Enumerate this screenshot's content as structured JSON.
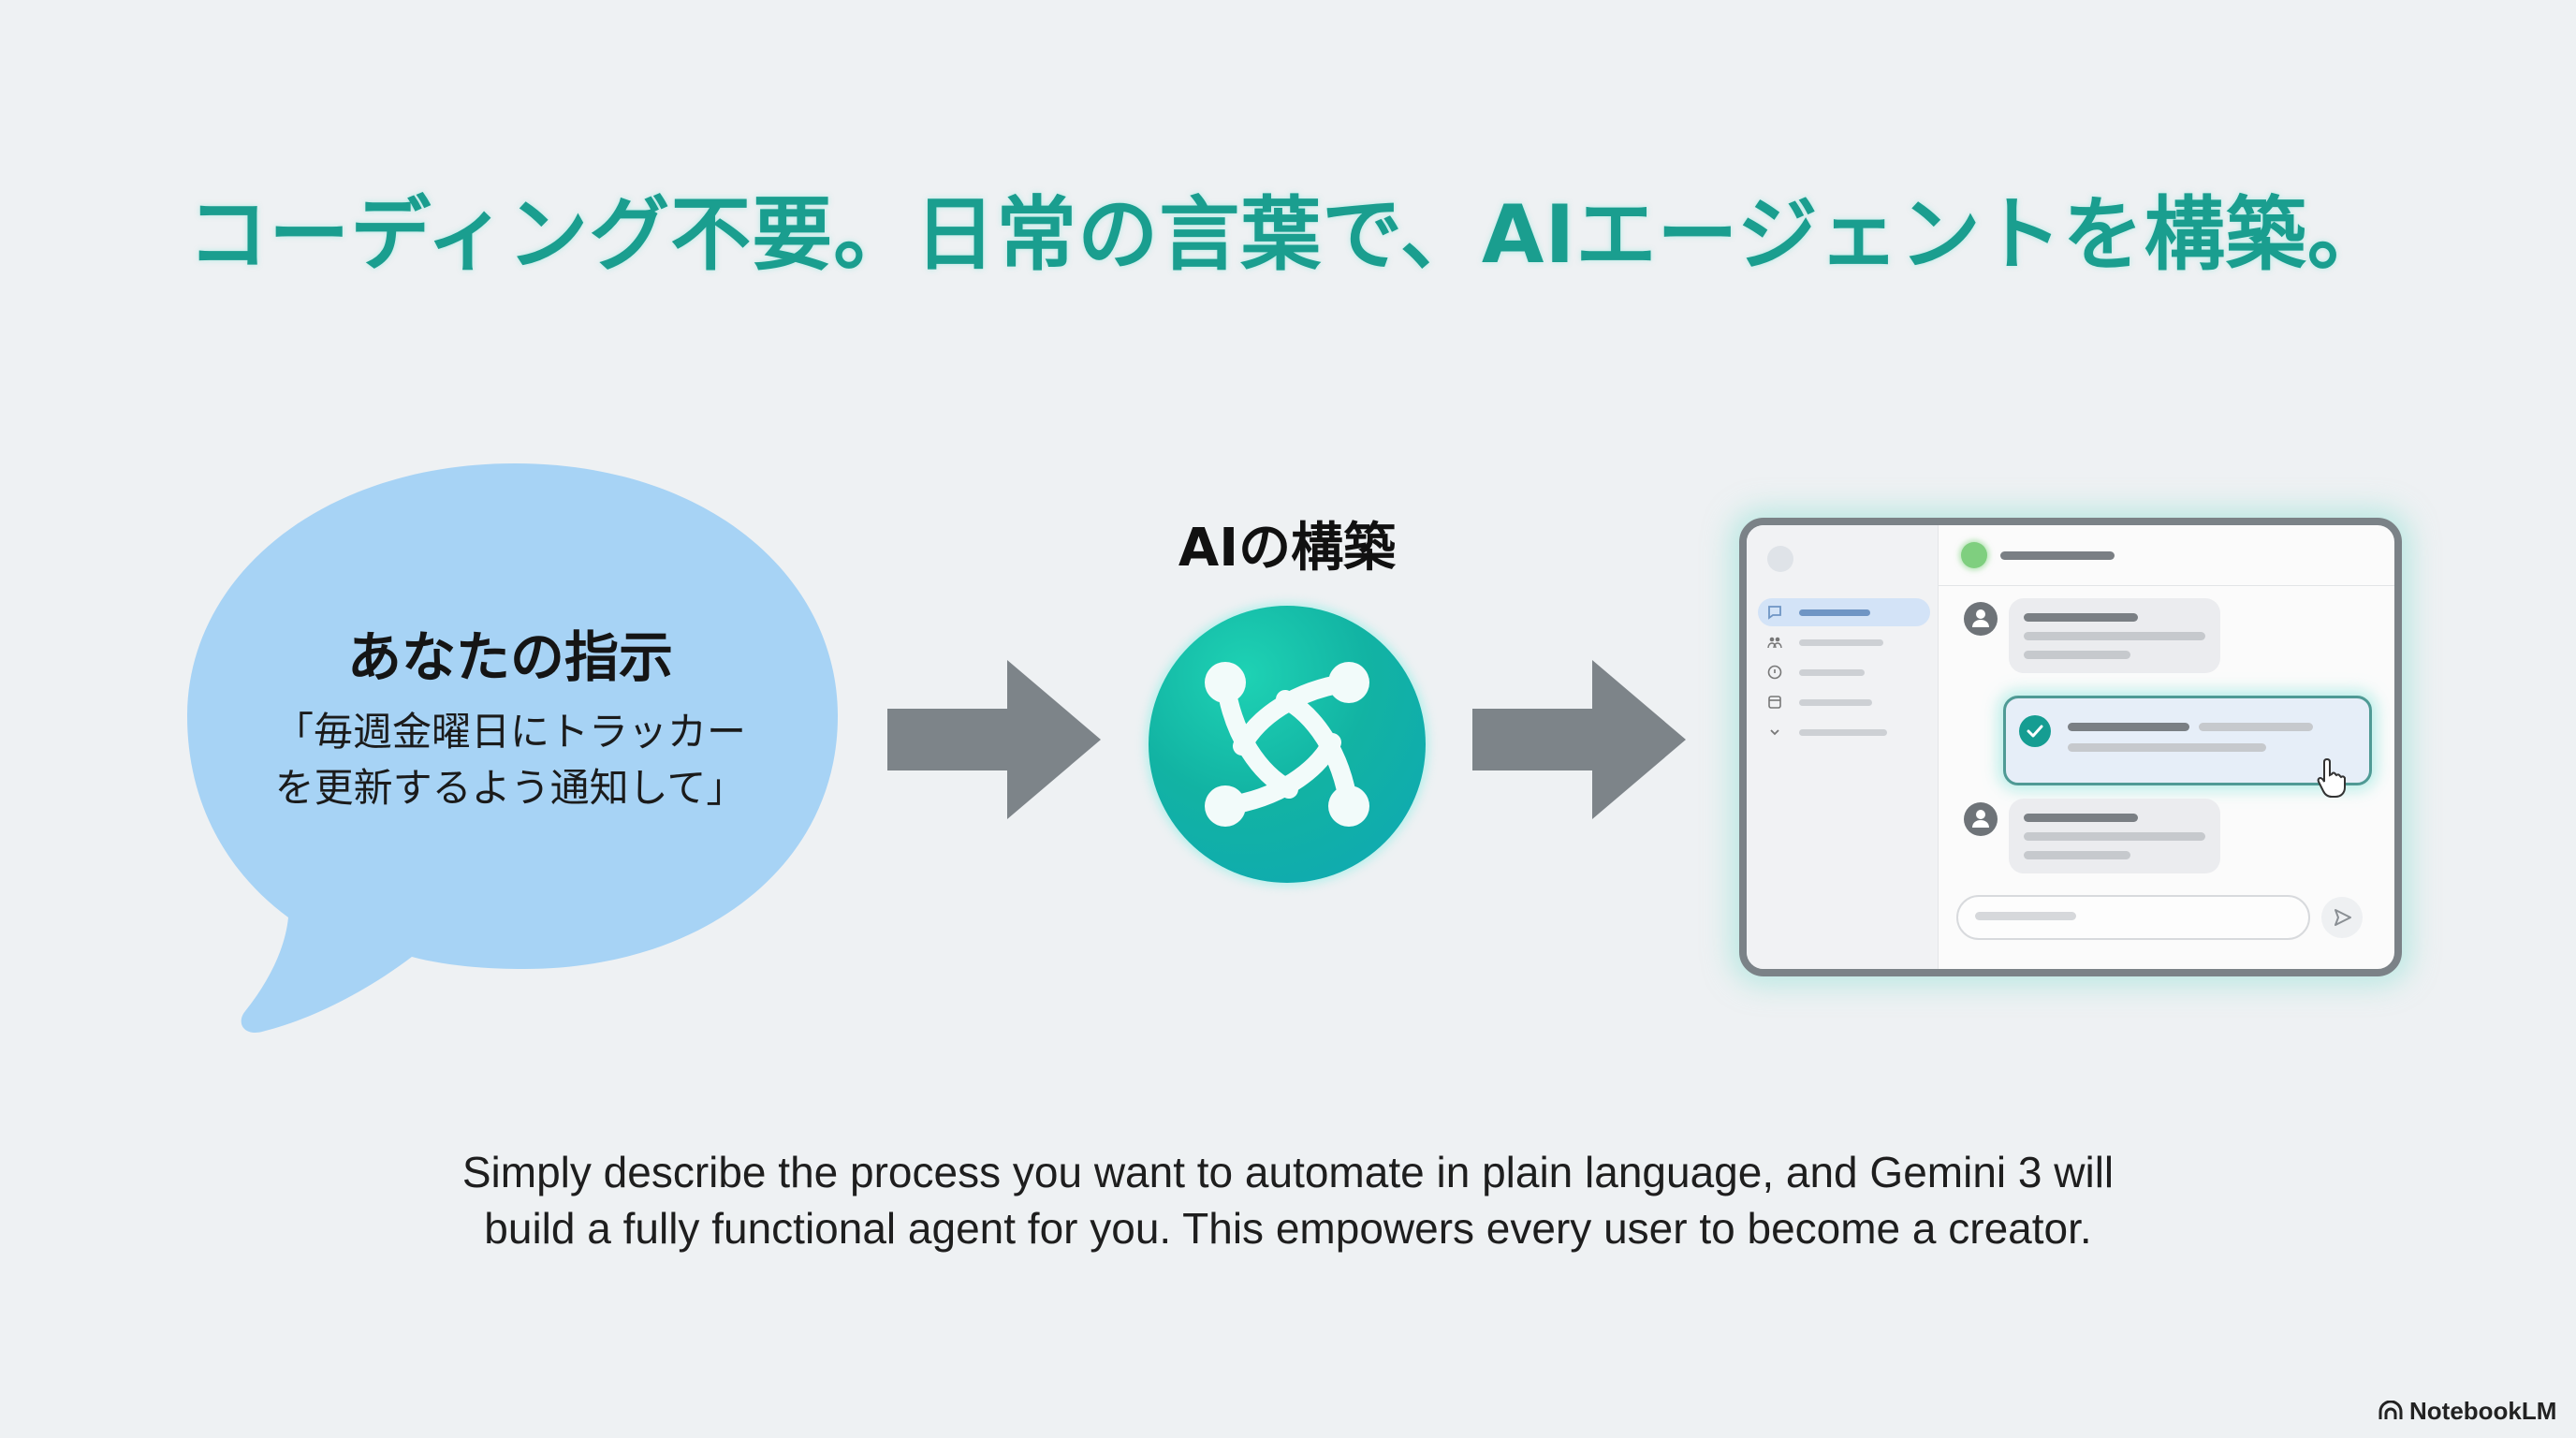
{
  "slide": {
    "title": "コーディング不要。日常の言葉で、AIエージェントを構築。",
    "accent_color": "#1a9e8f",
    "background_color": "#eef1f3"
  },
  "instruction_bubble": {
    "heading": "あなたの指示",
    "quote_lines": [
      "「毎週金曜日にトラッカー",
      "を更新するよう通知して」"
    ],
    "color": "#a7d3f5"
  },
  "flow": {
    "arrow_color": "#7d8489",
    "ai_step": {
      "label": "AIの構築",
      "icon": "ai-network-knot-icon",
      "color": "#13b3a3"
    }
  },
  "agent_mockup": {
    "sidebar_icons": [
      "chat-icon",
      "people-icon",
      "clock-icon",
      "calendar-icon",
      "chevron-down-icon"
    ],
    "status_color": "#7fcf7f",
    "messages": [
      {
        "type": "incoming",
        "icon": "user-avatar-icon"
      },
      {
        "type": "confirmed",
        "icon": "check-circle-icon"
      },
      {
        "type": "incoming",
        "icon": "user-avatar-icon"
      }
    ],
    "send_icon": "send-icon",
    "cursor_icon": "hand-pointer-icon"
  },
  "description": {
    "lines": [
      "Simply describe the process you want to automate in plain language, and Gemini 3 will",
      "build a fully functional agent for you. This empowers every user to become a creator."
    ]
  },
  "branding": {
    "logo_text": "NotebookLM",
    "logo_icon": "notebooklm-icon"
  }
}
